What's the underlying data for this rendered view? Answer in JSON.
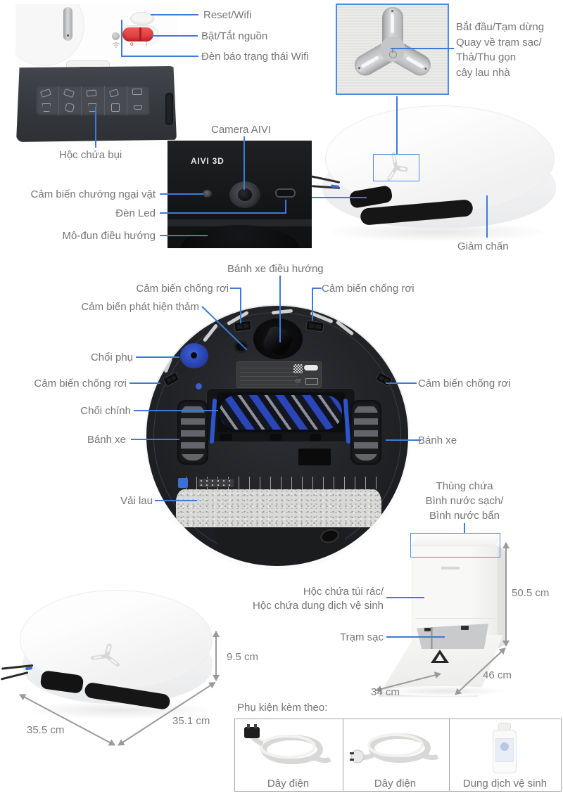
{
  "diagram": {
    "top_unit": {
      "reset_wifi": "Reset/Wifi",
      "power": "Bật/Tắt nguồn",
      "wifi_led": "Đèn báo trạng thái Wifi",
      "dust_bin": "Hộc chứa bụi",
      "switch_off": "o",
      "switch_on": "|"
    },
    "start_button": {
      "line1": "Bắt đầu/Tạm dừng",
      "line2": "Quay về trạm sạc/",
      "line3": "Thả/Thu gọn",
      "line4": "cây lau nhà"
    },
    "front_panel": {
      "camera": "Camera AIVI",
      "panel_text": "AIVI 3D",
      "obstacle_sensor": "Cảm biến chướng ngại vật",
      "led": "Đèn Led",
      "nav_module": "Mô-đun điều hướng"
    },
    "bumper": "Giảm chấn",
    "underside": {
      "caster_wheel": "Bánh xe điều hướng",
      "drop_sensor": "Cảm biến chống rơi",
      "carpet_sensor": "Cảm biến phát hiện thảm",
      "side_brush": "Chổi phụ",
      "main_brush": "Chổi chính",
      "wheel": "Bánh xe",
      "mop_cloth": "Vải lau"
    },
    "station": {
      "tank_line1": "Thùng chứa",
      "tank_line2": "Bình nước sạch/",
      "tank_line3": "Bình nước bẩn",
      "bag_line1": "Hộc chứa túi rác/",
      "bag_line2": "Hộc chứa dung dịch vệ sinh",
      "dock": "Trạm sạc",
      "height": "50.5 cm",
      "depth": "46 cm",
      "width": "34 cm"
    },
    "robot_dims": {
      "height": "9.5 cm",
      "width": "35.5 cm",
      "depth": "35.1 cm"
    },
    "accessories": {
      "title": "Phụ kiện kèm theo:",
      "items": [
        "Dây điện",
        "Dây điện",
        "Dung dịch vệ sinh"
      ]
    }
  },
  "colors": {
    "label": "#757575",
    "leader_line": "#3d7bd8",
    "dimension": "#8a8a8a",
    "switch_red": "#e23b3f",
    "brush_blue": "#2f55d0"
  }
}
